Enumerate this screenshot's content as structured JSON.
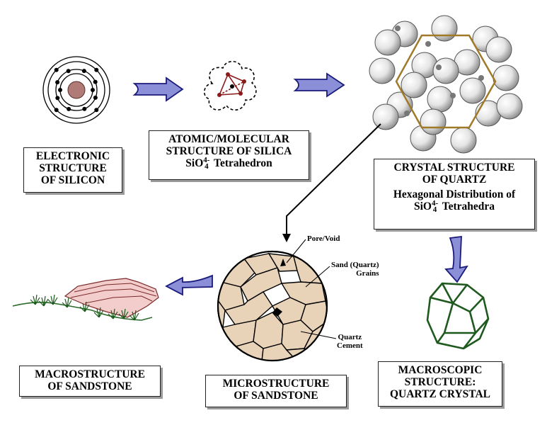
{
  "boxes": {
    "electronic": [
      "ELECTRONIC",
      "STRUCTURE",
      "OF SILICON"
    ],
    "atomic": {
      "line1": "ATOMIC/MOLECULAR",
      "line2": "STRUCTURE OF SILICA",
      "formula_base": "SiO",
      "formula_sup": "4-",
      "formula_sub": "4",
      "formula_tail": " Tetrahedron"
    },
    "crystal": {
      "line1": "CRYSTAL STRUCTURE",
      "line2": "OF QUARTZ",
      "line3": "Hexagonal Distribution of",
      "formula_base": "SiO",
      "formula_sup": "4-",
      "formula_sub": "4",
      "formula_tail": " Tetrahedra"
    },
    "macroscopic": [
      "MACROSCOPIC",
      "STRUCTURE:",
      "QUARTZ CRYSTAL"
    ],
    "microstructure": [
      "MICROSTRUCTURE",
      "OF SANDSTONE"
    ],
    "macrostructure": [
      "MACROSTRUCTURE",
      "OF SANDSTONE"
    ]
  },
  "annotations": {
    "pore": "Pore/Void",
    "sand_line1": "Sand (Quartz)",
    "sand_line2": "Grains",
    "cement_line1": "Quartz",
    "cement_line2": "Cement"
  },
  "colors": {
    "arrow_fill": "#8a8fd8",
    "arrow_stroke": "#1a1a7a",
    "nucleus": "#b07a76",
    "grain_fill": "#e8d3b8",
    "hexagon": "#a07a28",
    "crystal_green": "#1e5a1e",
    "rock_pink": "#f3cccc"
  }
}
